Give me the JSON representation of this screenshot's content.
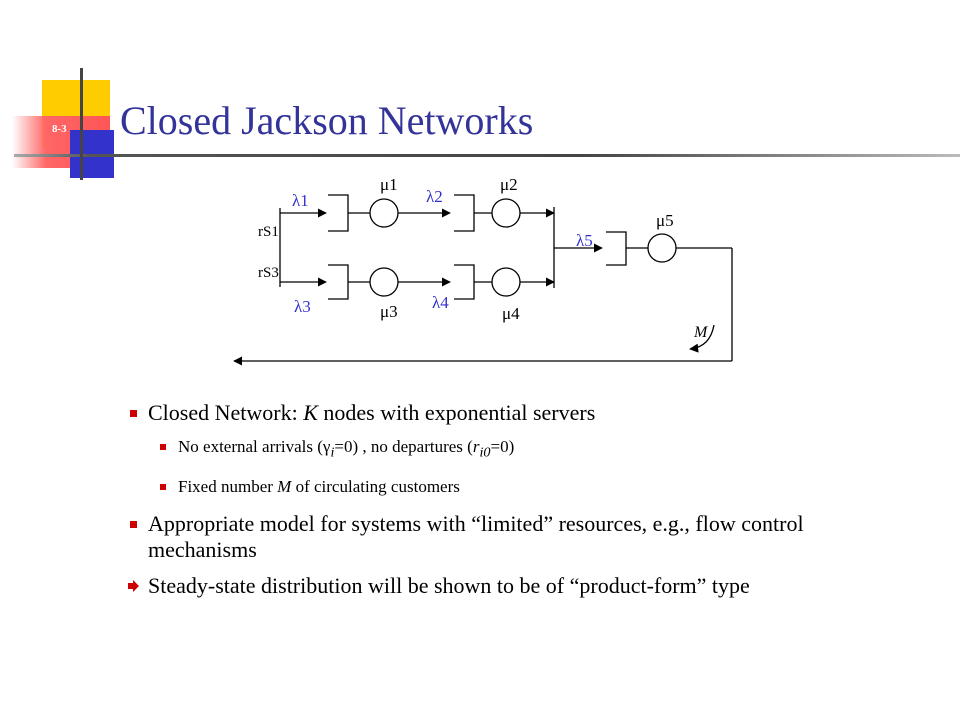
{
  "slide": {
    "number": "8-3",
    "title": "Closed Jackson Networks"
  },
  "diagram": {
    "labels": {
      "lambda1": "λ1",
      "lambda2": "λ2",
      "lambda3": "λ3",
      "lambda4": "λ4",
      "lambda5": "λ5",
      "mu1": "μ1",
      "mu2": "μ2",
      "mu3": "μ3",
      "mu4": "μ4",
      "mu5": "μ5",
      "rS1": "rS1",
      "rS3": "rS3",
      "M": "M"
    },
    "colors": {
      "lambda": "#3333CC",
      "lines": "#000000"
    }
  },
  "bullets": {
    "b1": {
      "pre": "Closed Network: ",
      "var": "K",
      "post": " nodes with exponential servers"
    },
    "b1a": {
      "t1": "No external arrivals (",
      "gamma": "γ",
      "sub_i": "i",
      "t2": "=0) , no departures (",
      "r": "r",
      "sub_i0": "i0",
      "t3": "=0)"
    },
    "b1b": {
      "pre": "Fixed number ",
      "var": "M",
      "post": " of circulating customers"
    },
    "b2": "Appropriate model for systems with “limited” resources, e.g., flow control mechanisms",
    "b3": "Steady-state distribution will be shown to be of “product-form” type"
  },
  "theme": {
    "title_color": "#333399",
    "bullet_color": "#CC0000",
    "accent_yellow": "#FFCC00",
    "accent_blue": "#3333CC",
    "accent_red": "#FF6666"
  }
}
